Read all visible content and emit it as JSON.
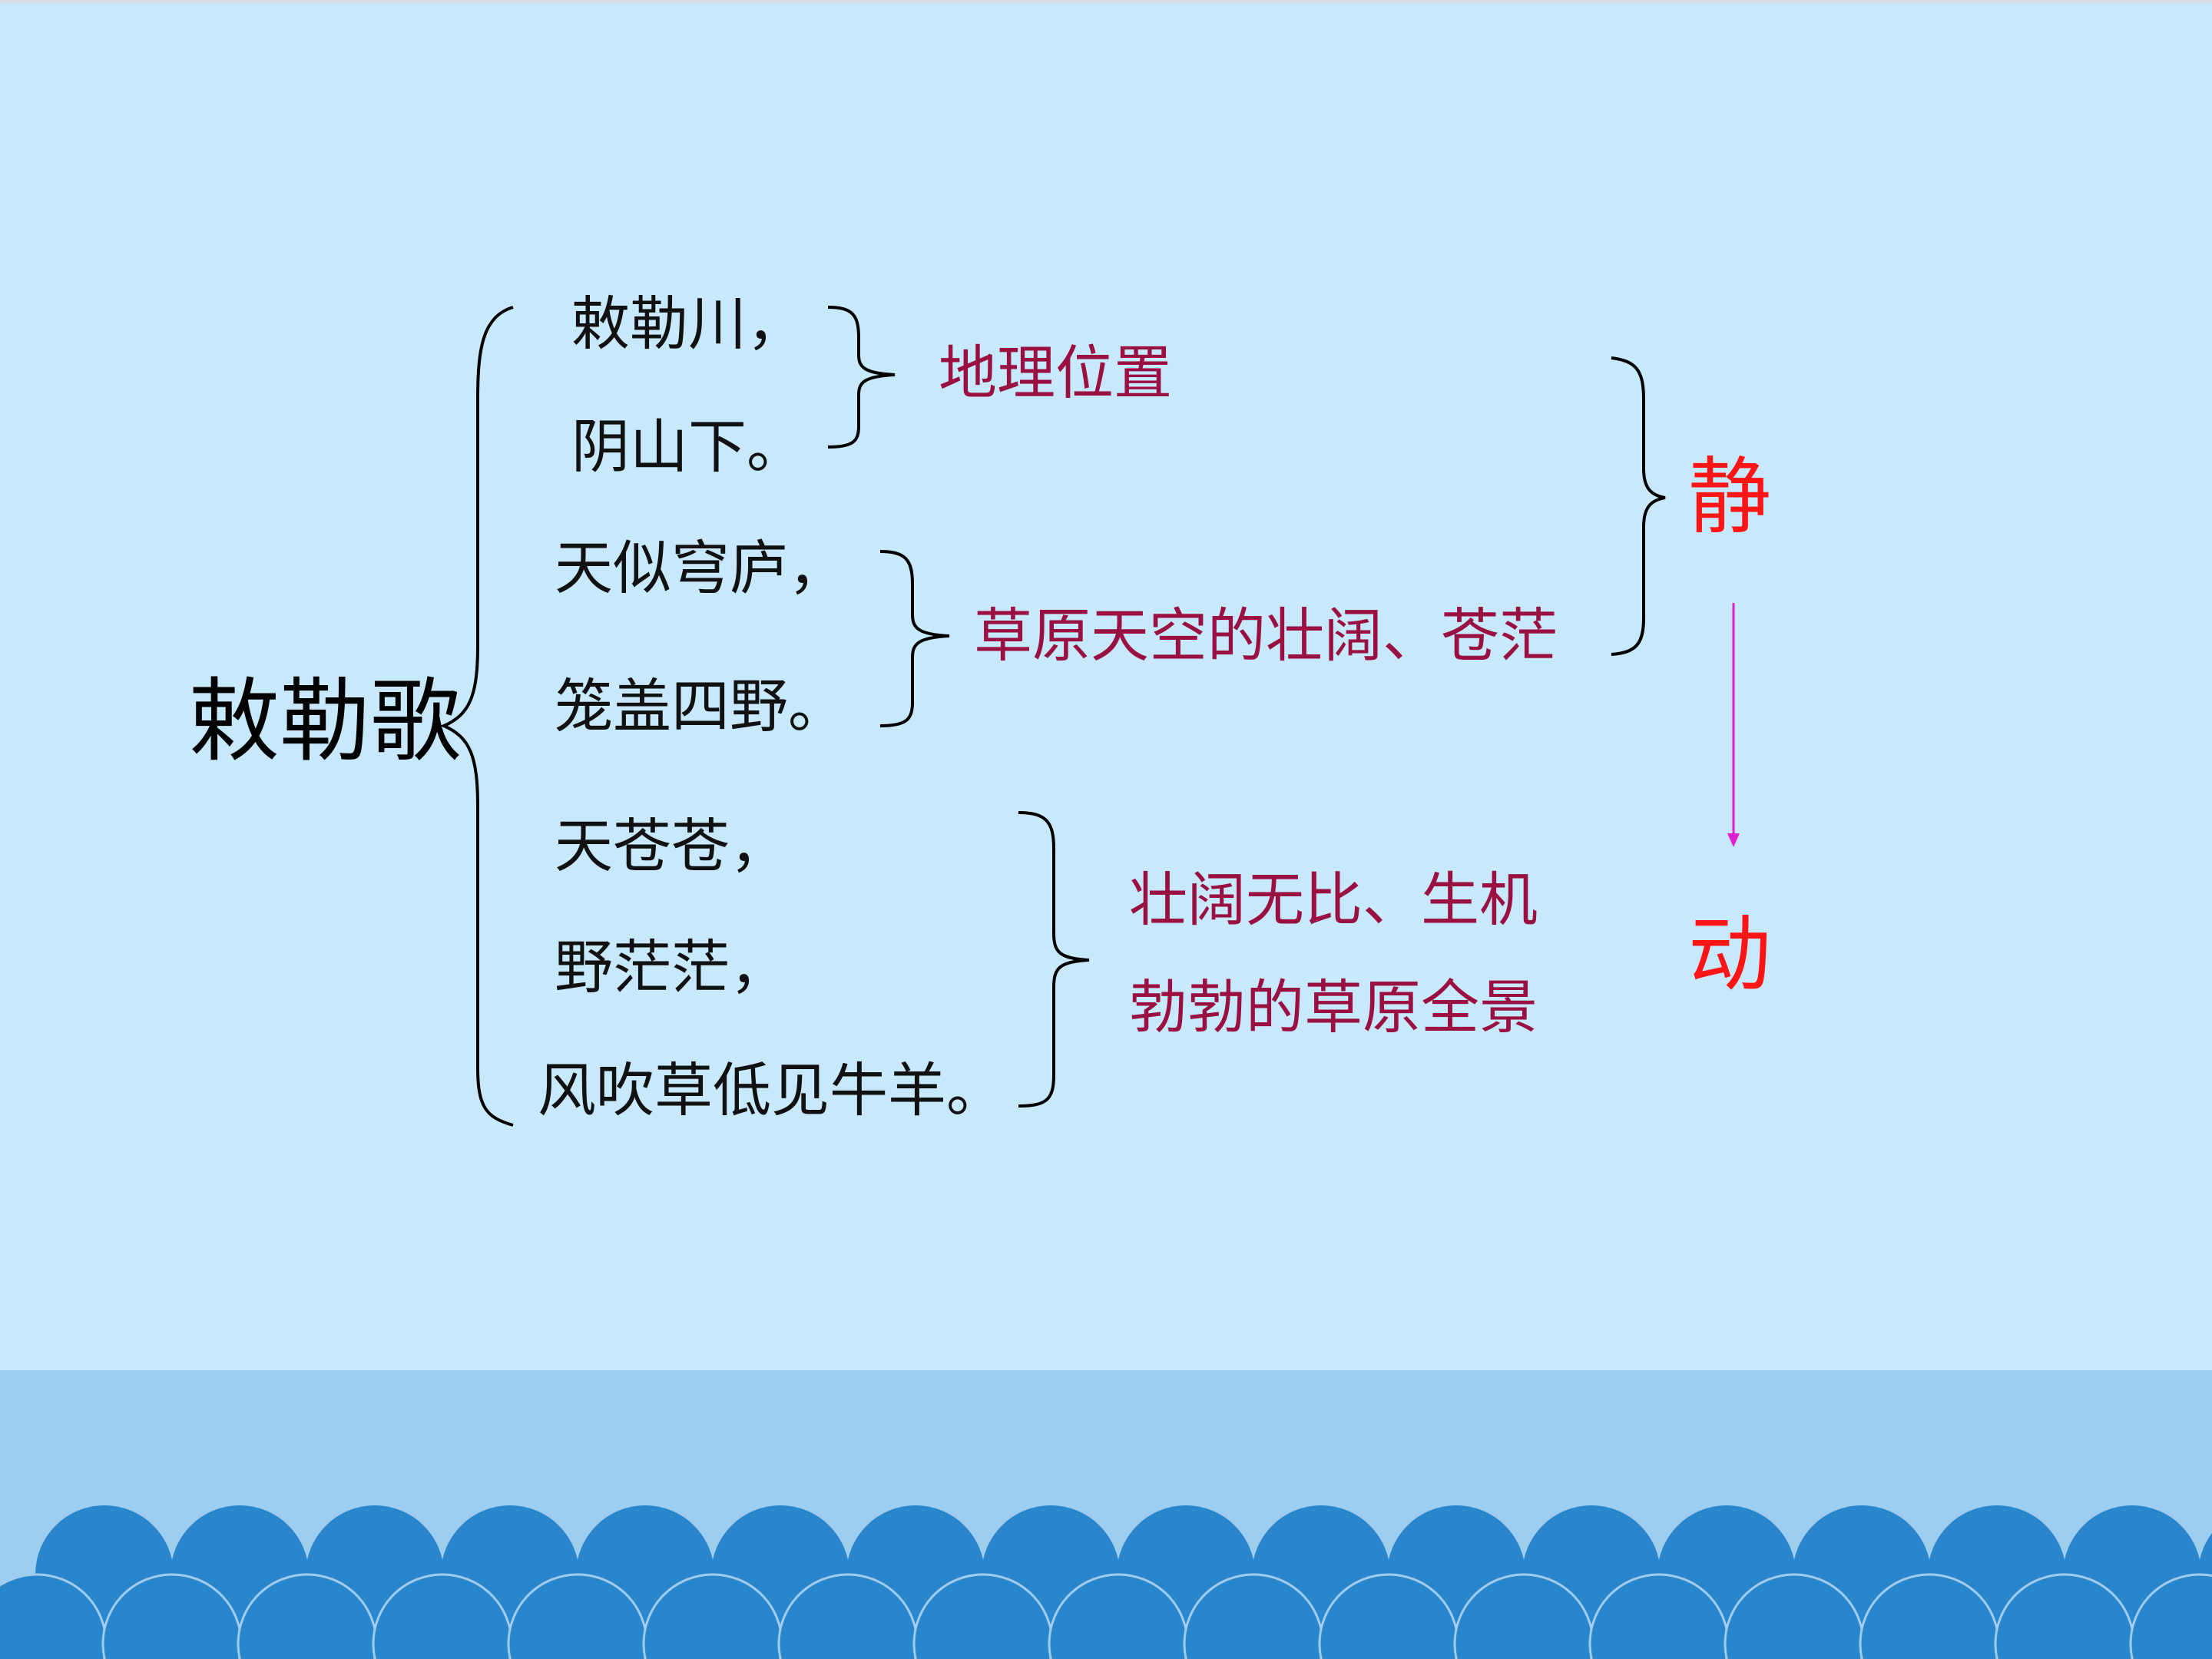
{
  "slide": {
    "title": "敕勒歌",
    "lines": {
      "l1": "敕勒川，",
      "l2": "阴山下。",
      "l3": "天似穹庐，",
      "l4": "笼盖四野。",
      "l5": "天苍苍，",
      "l6": "野茫茫，",
      "l7": "风吹草低见牛羊。"
    },
    "notes": {
      "geo": "地理位置",
      "sky": "草原天空的壮阔、苍茫",
      "scene_line1": "壮阔无比、生机",
      "scene_line2": "勃勃的草原全景"
    },
    "summary": {
      "static": "静",
      "dynamic": "动"
    }
  },
  "colors": {
    "background": "#c8e8fb",
    "band": "#9fcdf0",
    "wave": "#2a86cc",
    "note_text": "#9a1040",
    "summary_text": "#ff1515",
    "arrow": "#e020d0"
  }
}
